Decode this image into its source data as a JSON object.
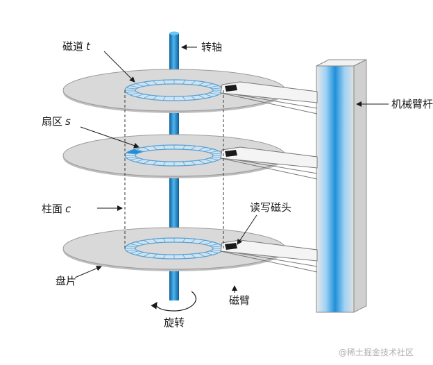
{
  "labels": {
    "track": "磁道",
    "track_var": "t",
    "spindle": "转轴",
    "actuator": "机械臂杆",
    "sector": "扇区",
    "sector_var": "s",
    "cylinder": "柱面",
    "cylinder_var": "c",
    "head": "读写磁头",
    "platter": "盘片",
    "arm": "磁臂",
    "rotation": "旋转"
  },
  "watermark": "@稀土掘金技术社区",
  "colors": {
    "platter_fill": "#d9d9d9",
    "platter_stroke": "#9a9a9a",
    "track_fill": "#cfe4f3",
    "track_stroke": "#5aa0d0",
    "spindle": "#2a90d0",
    "sector_highlight": "#1f8fd8",
    "head": "#1a1a1a"
  },
  "disk": {
    "platter_count": 3
  }
}
